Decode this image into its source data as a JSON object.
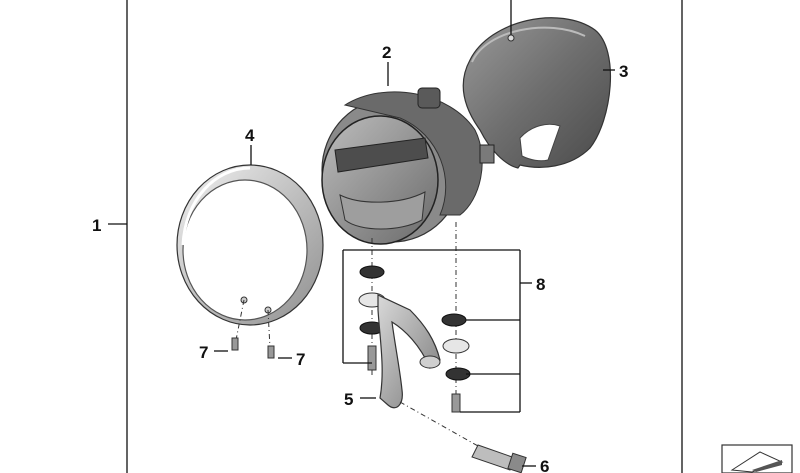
{
  "diagram": {
    "callouts": {
      "c1": "1",
      "c2": "2",
      "c3": "3",
      "c4": "4",
      "c5": "5",
      "c6": "6",
      "c7a": "7",
      "c7b": "7",
      "c8": "8"
    },
    "parts": {
      "p1": "headlight-assembly",
      "p2": "headlight-insert",
      "p3": "headlight-housing",
      "p4": "trim-ring",
      "p5": "headlight-bracket",
      "p6": "hex-bolt",
      "p7": "screw",
      "p8": "rubber-mount-kit"
    },
    "colors": {
      "line": "#111111",
      "metal_light": "#d4d4d4",
      "metal_dark": "#5a5a5a",
      "housing": "#777777"
    }
  }
}
